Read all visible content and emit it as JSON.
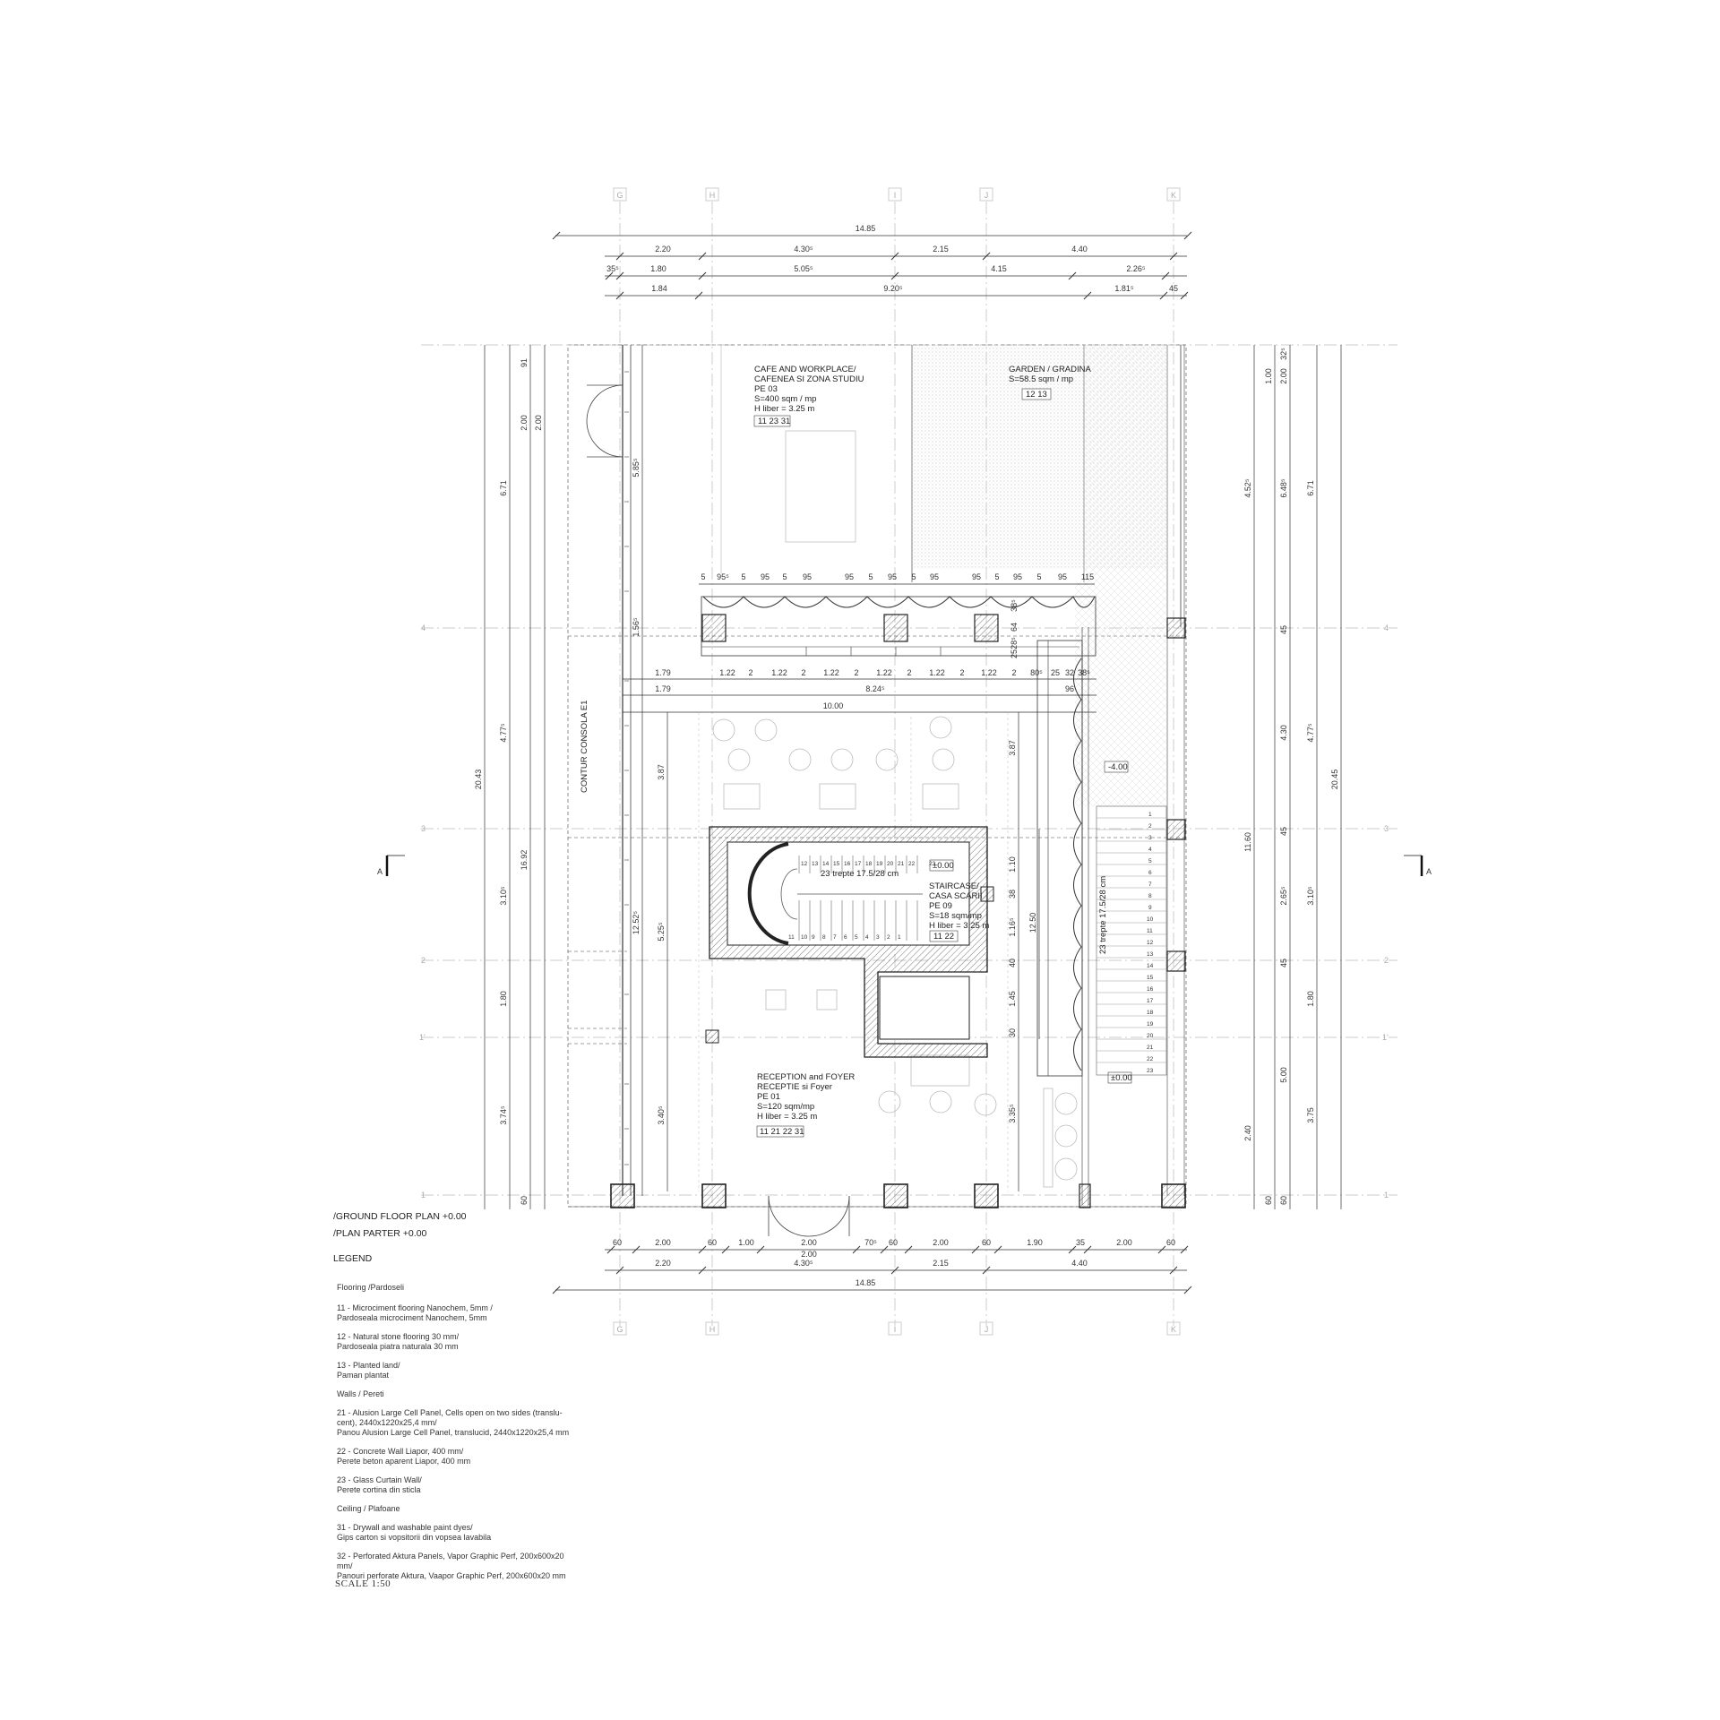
{
  "grid_axes": {
    "columns": [
      "G",
      "H",
      "I",
      "J",
      "K"
    ],
    "rows": [
      "4",
      "3",
      "2",
      "1'",
      "1"
    ]
  },
  "top_dims": {
    "overall": "14.85",
    "row1": [
      "2.20",
      "4.30⁵",
      "2.15",
      "4.40"
    ],
    "row2": [
      "35⁵",
      "1.80",
      "5.05⁵",
      "4.15",
      "2.26⁵"
    ],
    "row3": [
      "1.84",
      "9.20⁵",
      "1.81⁵",
      "45"
    ]
  },
  "bottom_dims": {
    "row1": [
      "60",
      "2.00",
      "60",
      "1.00",
      "2.00",
      "70⁵",
      "60",
      "2.00",
      "60",
      "1.90",
      "35",
      "2.00",
      "60"
    ],
    "row2_mid": "2.00",
    "row2": [
      "2.20",
      "4.30⁵",
      "2.15",
      "4.40"
    ],
    "overall": "14.85"
  },
  "left_dims": {
    "outer": "20.43",
    "mid": [
      "6.71",
      "4.77⁵",
      "3.10⁵",
      "1.80",
      "3.74⁵"
    ],
    "inner": [
      "91",
      "2.00",
      "16.92",
      "60"
    ],
    "inner2": [
      "2.00",
      "5.85⁵",
      "1.56⁵",
      "3.87",
      "12.52⁵",
      "5.25⁵",
      "3.40⁵"
    ]
  },
  "right_dims": {
    "outer": "20.45",
    "mid": [
      "6.71",
      "4.77⁵",
      "3.10⁵",
      "1.80",
      "3.75"
    ],
    "inner": [
      "32⁵",
      "2.00",
      "6.48⁵",
      "45",
      "4.30",
      "45",
      "2.65⁵",
      "45",
      "5.00",
      "60"
    ],
    "inner2": [
      "1.00",
      "4.52⁵",
      "11.60",
      "2.40",
      "60"
    ]
  },
  "facade_dims": {
    "segments": [
      "5",
      "95⁵",
      "5",
      "95",
      "5",
      "95",
      "95",
      "5",
      "95",
      "5",
      "95",
      "95",
      "5",
      "95",
      "5",
      "95",
      "115"
    ],
    "row_a": [
      "1.79",
      "1.22",
      "2",
      "1.22",
      "2",
      "1.22",
      "2",
      "1.22",
      "2",
      "1.22",
      "2",
      "1.22",
      "2",
      "80⁵",
      "25",
      "32",
      "38⁵"
    ],
    "row_b": [
      "1.79",
      "8.24⁵",
      "96"
    ],
    "row_c": "10.00",
    "side": [
      "38⁵",
      "64",
      "25",
      "28⁵"
    ]
  },
  "stair_dims": [
    "3.87",
    "1.10",
    "38",
    "1.16⁵",
    "12.50",
    "40",
    "1.45",
    "30",
    "3.35⁵",
    "-4.00"
  ],
  "rooms": {
    "cafe": [
      "CAFE AND WORKPLACE/",
      "CAFENEA SI ZONA STUDIU",
      "PE 03",
      "S=400 sqm / mp",
      "H liber = 3.25 m"
    ],
    "cafe_tag": "11  23 31",
    "garden": [
      "GARDEN / GRADINA",
      "S=58.5 sqm /  mp"
    ],
    "garden_tag": "12  13",
    "staircase": [
      "STAIRCASE/",
      "CASA SCARII",
      "PE 09",
      "S=18 sqm/mp",
      "H liber = 3.25 m"
    ],
    "staircase_tag": "11  22",
    "reception": [
      "RECEPTION and FOYER",
      "RECEPTIE si Foyer",
      "PE 01",
      "S=120 sqm/mp",
      "H liber = 3.25 m"
    ],
    "reception_tag": "11  21 22  31",
    "stair_note": "23 trepte 17.5/28 cm",
    "stair_note_2": "23 trepte 17.5/28 cm",
    "level_a": "±0.00",
    "level_b": "±0.00",
    "level_c": "-4.00",
    "contour": "CONTUR CONSOLA E1",
    "section_mark": "A"
  },
  "stair_numbers_top": [
    "12",
    "13",
    "14",
    "15",
    "16",
    "17",
    "18",
    "19",
    "20",
    "21",
    "22",
    "23"
  ],
  "stair_numbers_bottom": [
    "11",
    "10",
    "9",
    "8",
    "7",
    "6",
    "5",
    "4",
    "3",
    "2",
    "1"
  ],
  "stair_numbers_right": [
    "1",
    "2",
    "3",
    "4",
    "5",
    "6",
    "7",
    "8",
    "9",
    "10",
    "11",
    "12",
    "13",
    "14",
    "15",
    "16",
    "17",
    "18",
    "19",
    "20",
    "21",
    "22",
    "23"
  ],
  "title": [
    "/GROUND FLOOR PLAN +0.00",
    "/PLAN PARTER +0.00",
    "LEGEND"
  ],
  "legend": [
    "Flooring /Pardoseli",
    "11 - Microciment flooring Nanochem, 5mm /",
    "Pardoseala microciment Nanochem, 5mm",
    "12 - Natural stone flooring 30 mm/",
    "Pardoseala piatra naturala 30 mm",
    "13 - Planted land/",
    "Paman plantat",
    "Walls / Pereti",
    "21 - Alusion Large Cell Panel, Cells open on two sides (translu-",
    "cent), 2440x1220x25,4 mm/",
    "Panou Alusion Large Cell Panel, translucid, 2440x1220x25,4 mm",
    "22 - Concrete Wall Liapor, 400 mm/",
    "Perete beton aparent Liapor, 400 mm",
    "23 - Glass Curtain Wall/",
    "Perete cortina din sticla",
    "Ceiling / Plafoane",
    "31 - Drywall and washable paint dyes/",
    "Gips carton si vopsitorii din vopsea lavabila",
    "32 - Perforated Aktura Panels, Vapor Graphic Perf, 200x600x20",
    "mm/",
    "Panouri perforate Aktura, Vaapor Graphic Perf, 200x600x20 mm"
  ],
  "scale": "SCALE 1:50"
}
